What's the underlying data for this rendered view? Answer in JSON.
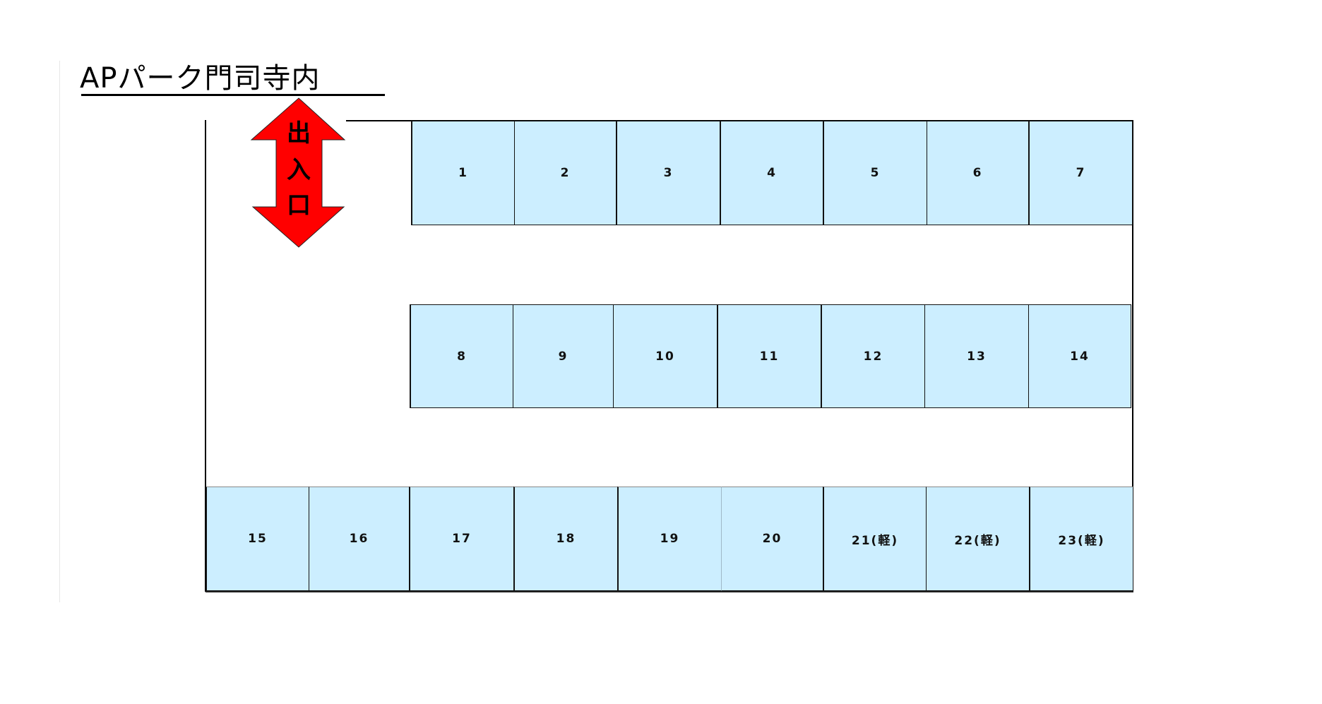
{
  "title": "APパーク門司寺内",
  "entrance": {
    "label_chars": [
      "出",
      "入",
      "口"
    ],
    "label": "出入口",
    "color": "#ff0000",
    "icon": "double-arrow-vertical-icon"
  },
  "colors": {
    "space_fill": "#cceeff",
    "wall": "#000000",
    "arrow": "#ff0000"
  },
  "rows": [
    {
      "name": "top-row",
      "spaces": [
        {
          "label": "1"
        },
        {
          "label": "2"
        },
        {
          "label": "3"
        },
        {
          "label": "4"
        },
        {
          "label": "5"
        },
        {
          "label": "6"
        },
        {
          "label": "7"
        }
      ]
    },
    {
      "name": "middle-row",
      "spaces": [
        {
          "label": "8"
        },
        {
          "label": "9"
        },
        {
          "label": "10"
        },
        {
          "label": "11"
        },
        {
          "label": "12"
        },
        {
          "label": "13"
        },
        {
          "label": "14"
        }
      ]
    },
    {
      "name": "bottom-row",
      "spaces": [
        {
          "label": "15"
        },
        {
          "label": "16"
        },
        {
          "label": "17"
        },
        {
          "label": "18"
        },
        {
          "label": "19"
        },
        {
          "label": "20"
        },
        {
          "label": "21(軽)"
        },
        {
          "label": "22(軽)"
        },
        {
          "label": "23(軽)"
        }
      ]
    }
  ]
}
